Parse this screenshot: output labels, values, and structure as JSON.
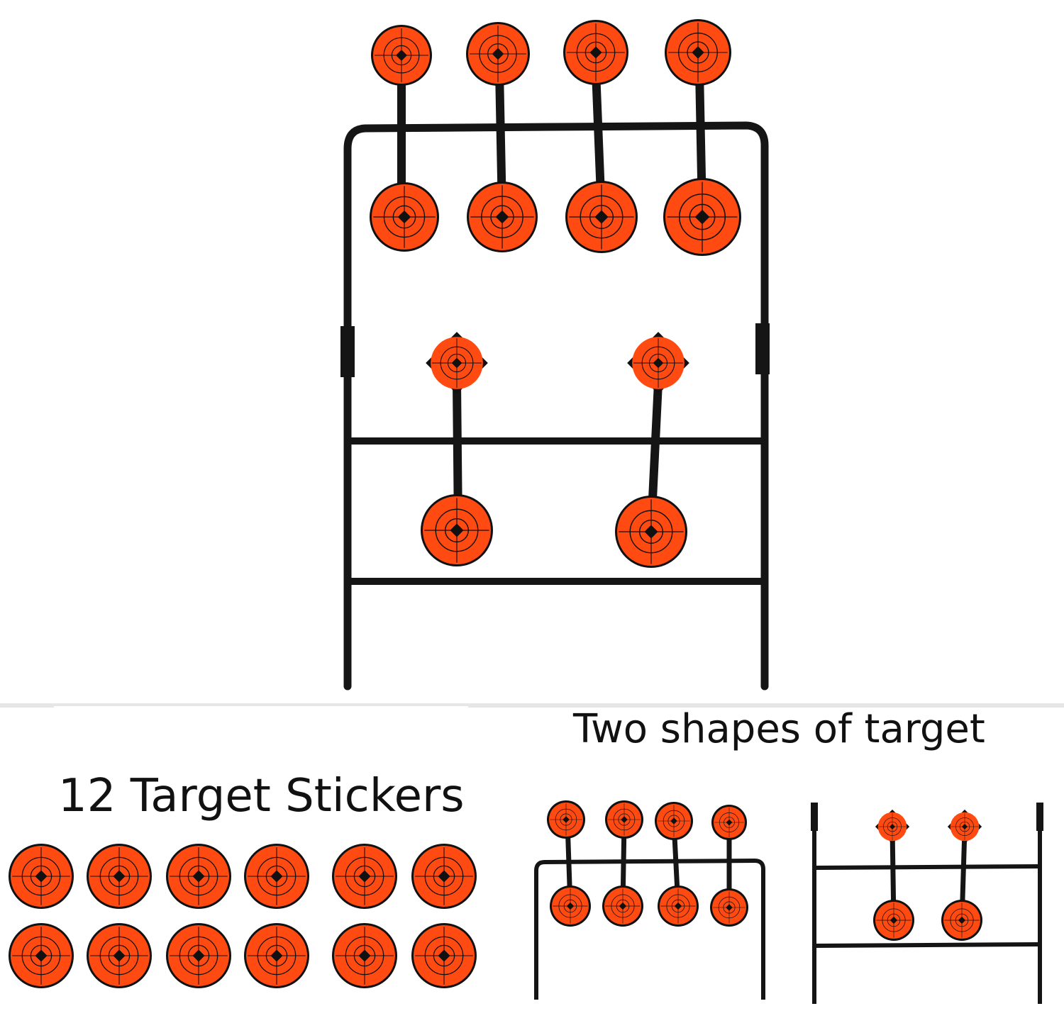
{
  "captions": {
    "stickers": "12 Target Stickers",
    "shapes": "Two shapes of target"
  },
  "colors": {
    "target_orange": "#ff4a12",
    "target_orange_light": "#ff6a2a",
    "frame_black": "#111111"
  },
  "sticker_count": 12
}
